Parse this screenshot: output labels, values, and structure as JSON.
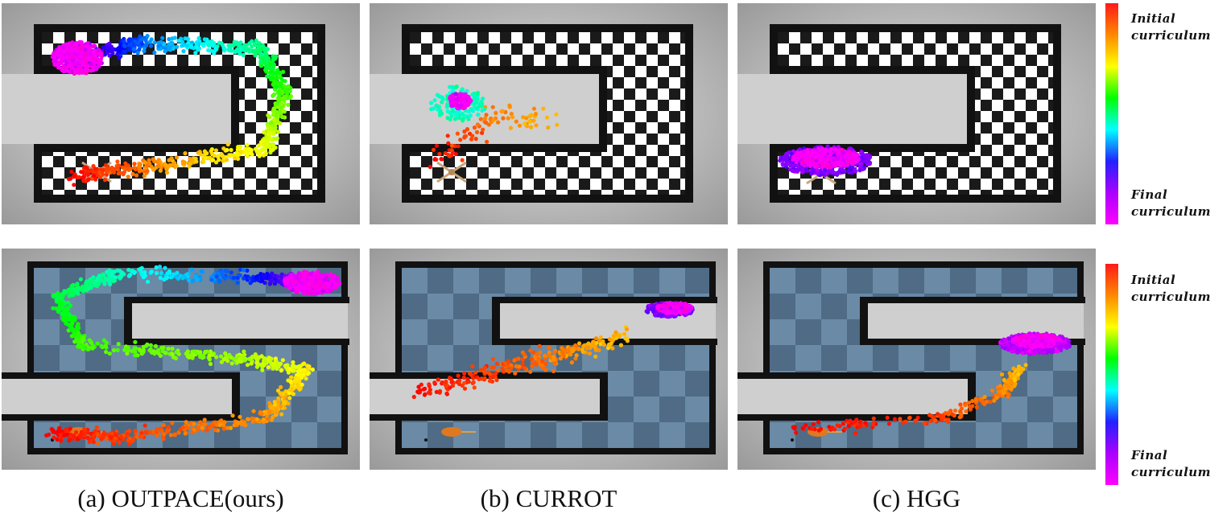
{
  "figure": {
    "captions": [
      "(a) OUTPACE(ours)",
      "(b) CURROT",
      "(c) HGG"
    ],
    "colorbar": {
      "top_label_line1": "Initial",
      "top_label_line2": "curriculum",
      "bottom_label_line1": "Final",
      "bottom_label_line2": "curriculum",
      "gradient": [
        "#ff1a1a",
        "#ff8800",
        "#ffff00",
        "#00ff00",
        "#00ffff",
        "#2222ff",
        "#aa00ff",
        "#ff00ff"
      ]
    },
    "colors": {
      "wall": "#111111",
      "floor_light": "#ffffff",
      "floor_dark": "#1a1a1a",
      "floor_blue_a": "#4f6b85",
      "floor_blue_b": "#6a8aa6",
      "background": "#c8c8c8",
      "agent": "#e07820"
    },
    "rows": [
      {
        "environment": "U-maze",
        "floor": "checker-bw",
        "icon": "ant-icon"
      },
      {
        "environment": "S-maze",
        "floor": "checker-blue",
        "icon": "point-agent-icon"
      }
    ],
    "methods": [
      "OUTPACE",
      "CURROT",
      "HGG"
    ]
  }
}
